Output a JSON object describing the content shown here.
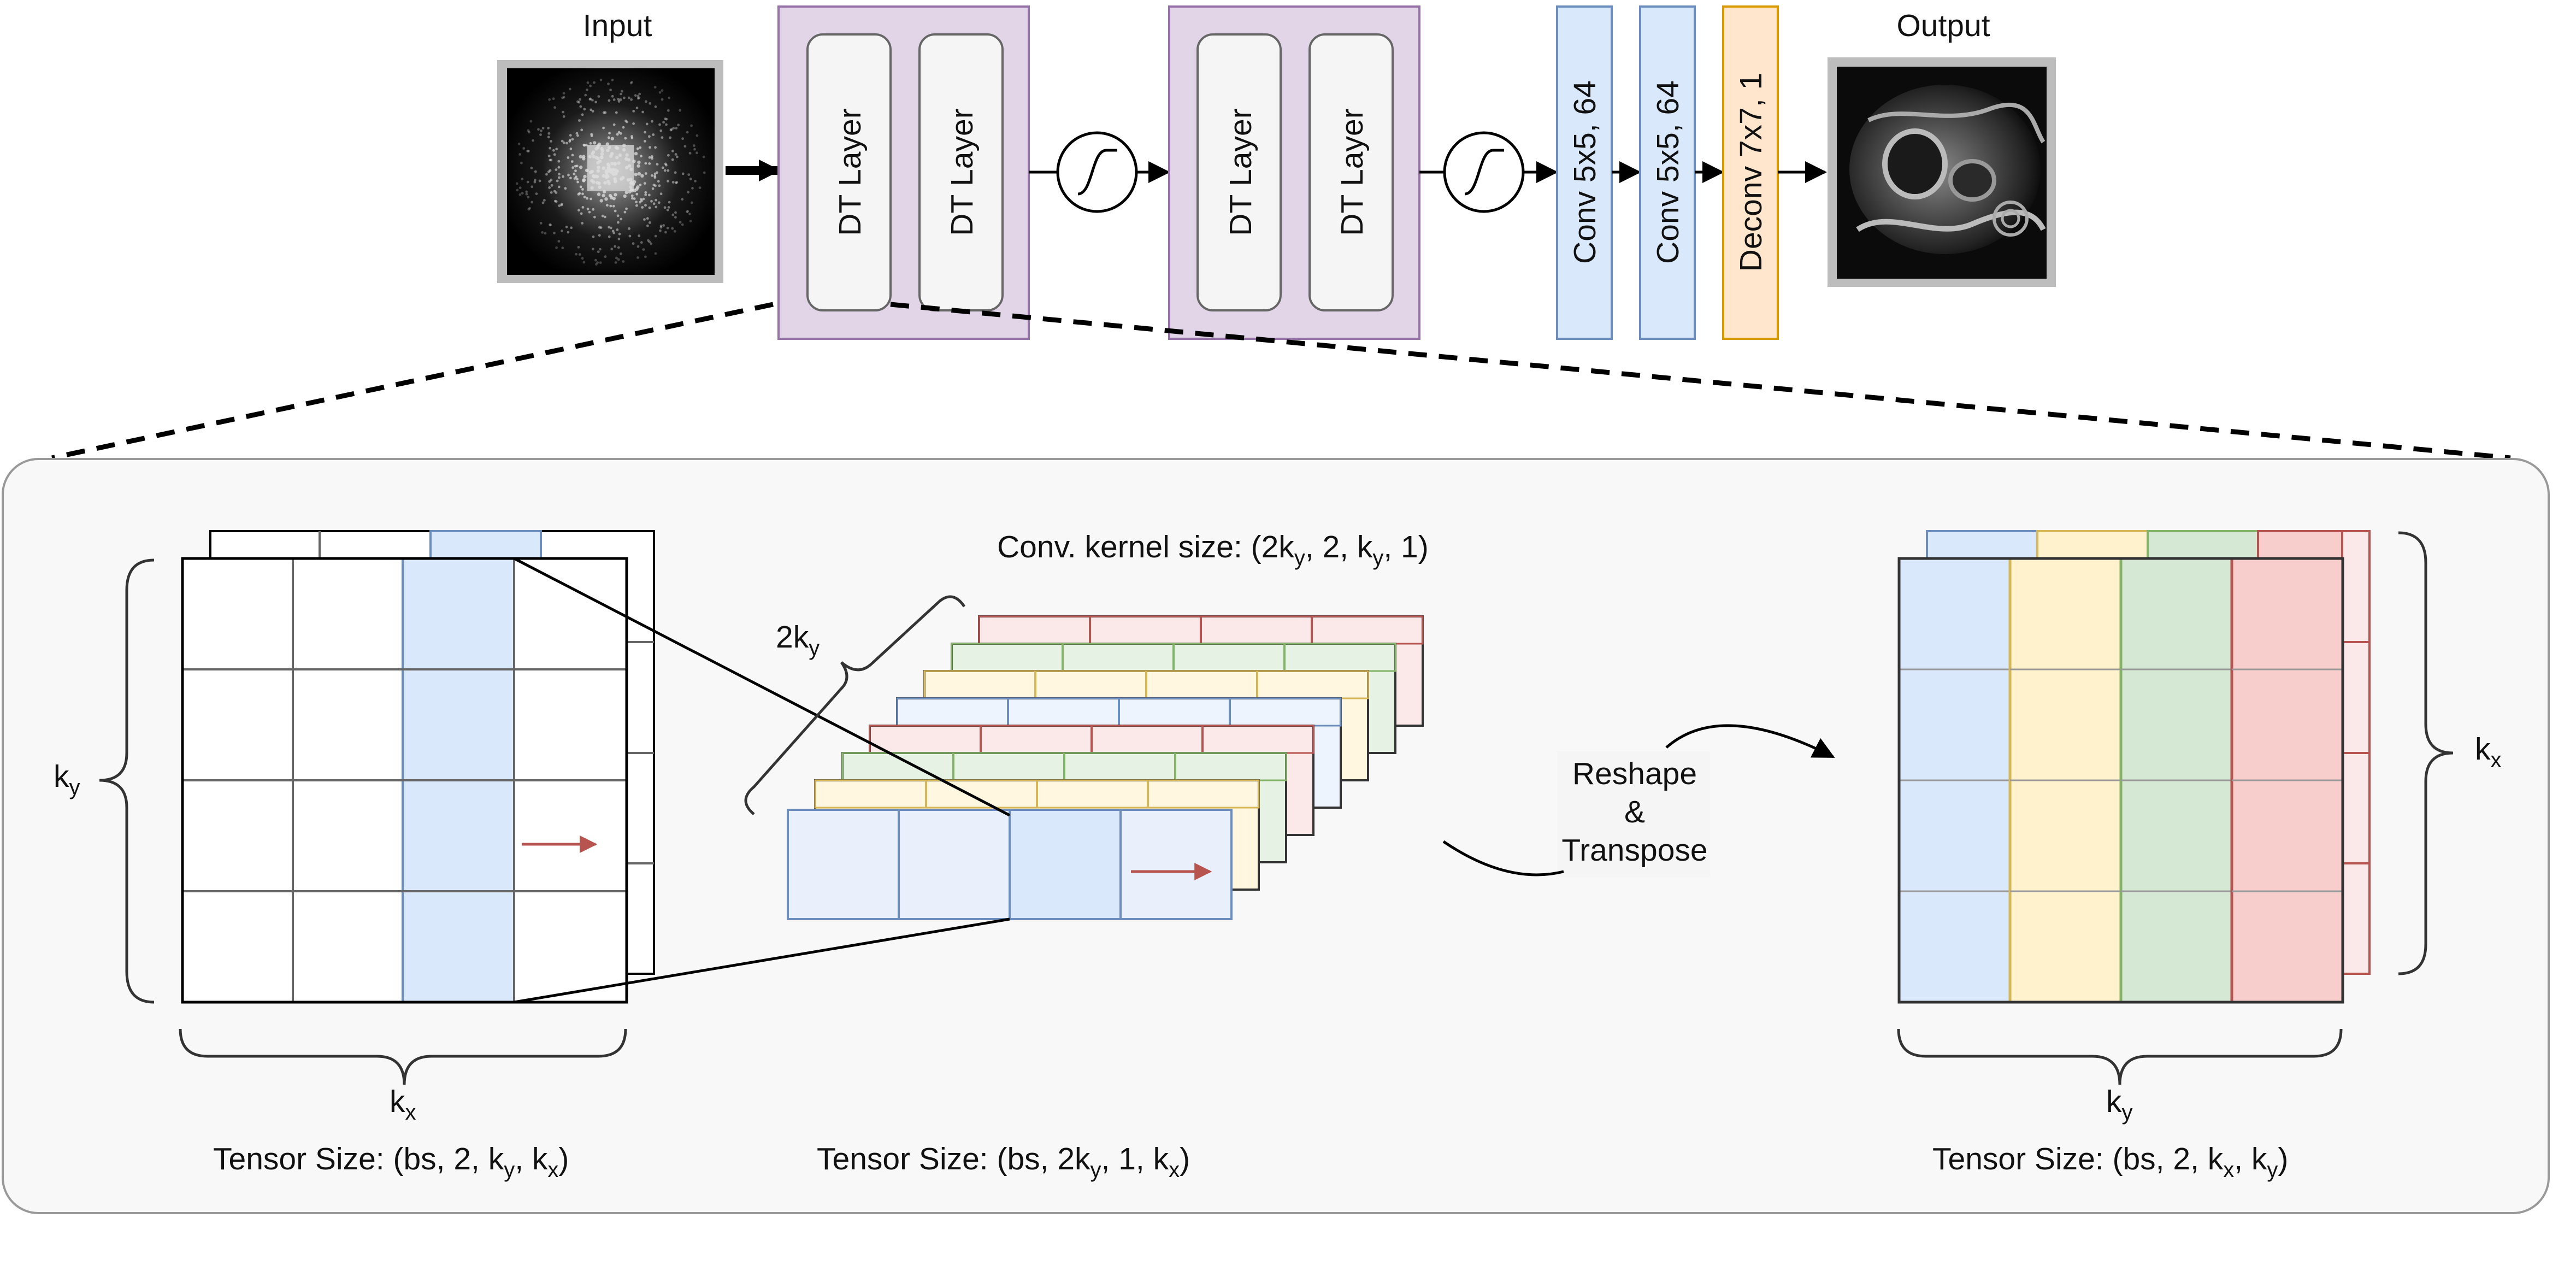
{
  "top": {
    "input_label": "Input",
    "output_label": "Output",
    "dt_layer_label": "DT Layer",
    "conv1_label": "Conv 5x5, 64",
    "conv2_label": "Conv 5x5, 64",
    "deconv_label": "Deconv 7x7, 1"
  },
  "left": {
    "ky": "k",
    "ky_sub": "y",
    "kx": "k",
    "kx_sub": "x",
    "tensor": [
      "Tensor Size: (bs, 2, k",
      "y",
      ", k",
      "x",
      ")"
    ]
  },
  "middle": {
    "kernel": [
      "Conv. kernel size: (2k",
      "y",
      ", 2, k",
      "y",
      ", 1)"
    ],
    "two_ky": "2k",
    "two_ky_sub": "y",
    "tensor": [
      "Tensor Size: (bs, 2k",
      "y",
      ", 1, k",
      "x",
      ")"
    ]
  },
  "reshape": [
    "Reshape",
    "&",
    "Transpose"
  ],
  "right": {
    "kx": "k",
    "kx_sub": "x",
    "ky": "k",
    "ky_sub": "y",
    "tensor": [
      "Tensor Size: (bs, 2, k",
      "x",
      ", k",
      "y",
      ")"
    ]
  },
  "colors": {
    "dt_block_fill": "#e1d5e7",
    "dt_block_stroke": "#9673a6",
    "conv_fill": "#dae8fc",
    "conv_stroke": "#6c8ebf",
    "deconv_fill": "#ffe6cc",
    "deconv_stroke": "#d79b00",
    "panel_fill": "#f8f8f8",
    "arrow_red": "#b85450",
    "strip_colors": [
      "#fff2cc",
      "#d5e8d4",
      "#f8cecc",
      "#dae8fc"
    ]
  }
}
